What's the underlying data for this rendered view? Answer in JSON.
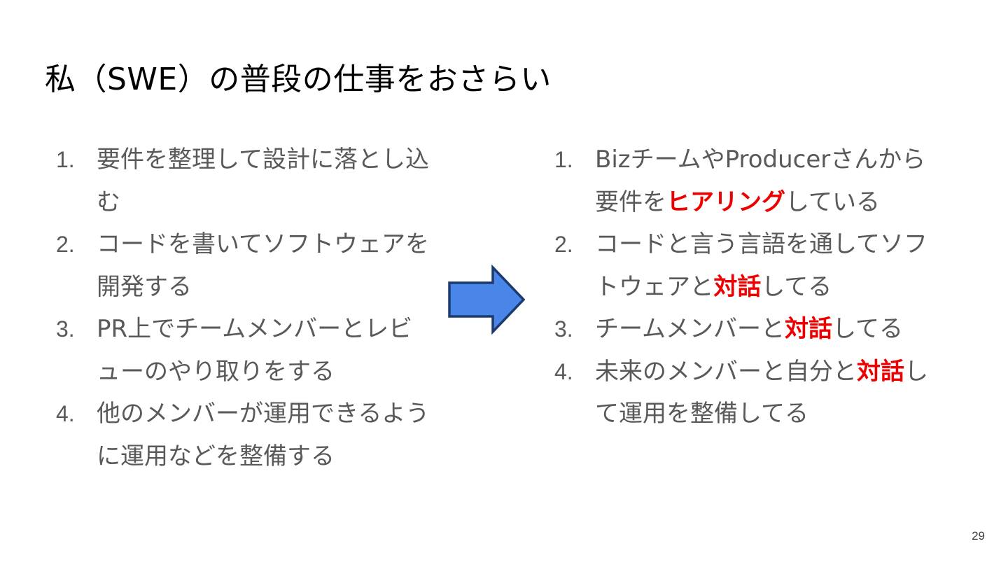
{
  "slide": {
    "title": "私（SWE）の普段の仕事をおさらい",
    "left_list": [
      {
        "num": "1.",
        "text": "要件を整理して設計に落とし込む"
      },
      {
        "num": "2.",
        "text": "コードを書いてソフトウェアを開発する"
      },
      {
        "num": "3.",
        "text": "PR上でチームメンバーとレビューのやり取りをする"
      },
      {
        "num": "4.",
        "text": "他のメンバーが運用できるように運用などを整備する"
      }
    ],
    "arrow_icon": "right-arrow-icon",
    "right_list": [
      {
        "num": "1.",
        "pre": "BizチームやProducerさんから要件を",
        "emph": "ヒアリング",
        "post": "している"
      },
      {
        "num": "2.",
        "pre": "コードと言う言語を通してソフトウェアと",
        "emph": "対話",
        "post": "してる"
      },
      {
        "num": "3.",
        "pre": "チームメンバーと",
        "emph": "対話",
        "post": "してる"
      },
      {
        "num": "4.",
        "pre": "未来のメンバーと自分と",
        "emph": "対話",
        "post": "して運用を整備してる"
      }
    ],
    "page_number": "29"
  },
  "colors": {
    "emphasis": "#ee0000",
    "arrow_fill": "#4a86e8",
    "arrow_stroke": "#1c3a6e",
    "body_text": "#595959",
    "title_text": "#000000"
  }
}
